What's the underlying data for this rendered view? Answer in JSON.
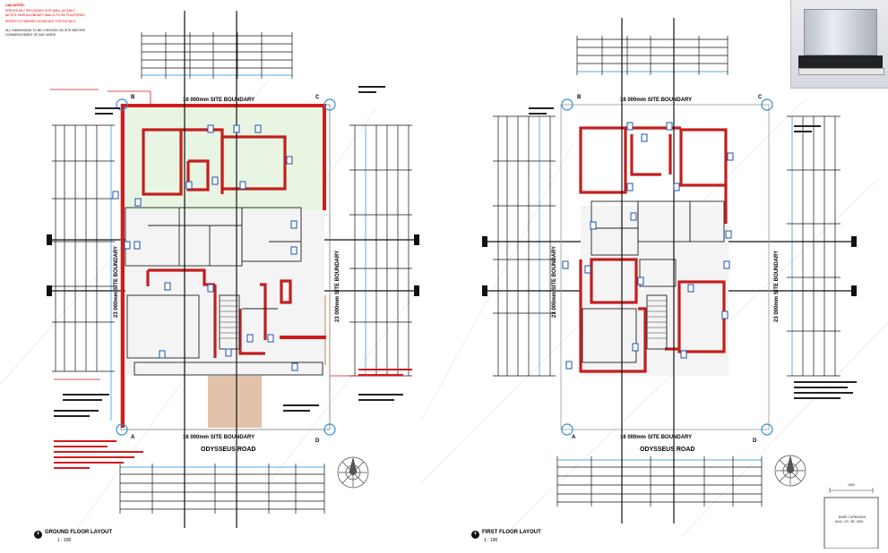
{
  "sheet": {
    "notes_top_left_red": [
      "CAD NOTES:",
      "PREVIOUSLY RECORDED SITE WALL AS BUILT",
      "NOTES: NEW BOUNDARY WALLS TO BE PLASTERED",
      "REFER TO FINISHES SCHEDULE FOR DETAILS"
    ],
    "notes_top_left_black": [
      "ALL DIMENSIONS TO BE CHECKED ON SITE BEFORE",
      "COMMENCEMENT OF ANY WORK"
    ],
    "ground": {
      "title": "GROUND FLOOR LAYOUT",
      "scale": "1 : 100",
      "boundary_top": "16 000mm SITE BOUNDARY",
      "boundary_bottom": "16 000mm SITE BOUNDARY",
      "boundary_left": "23 000mm SITE BOUNDARY",
      "boundary_right": "23 000mm SITE BOUNDARY",
      "road": "ODYSSEUS ROAD",
      "corners": [
        "B",
        "C",
        "A",
        "D"
      ]
    },
    "first": {
      "title": "FIRST FLOOR LAYOUT",
      "scale": "1 : 100",
      "boundary_top": "16 000mm SITE BOUNDARY",
      "boundary_bottom": "16 000mm SITE BOUNDARY",
      "boundary_left": "23 000mm SITE BOUNDARY",
      "boundary_right": "23 000mm SITE BOUNDARY",
      "road": "ODYSSEUS ROAD",
      "corners": [
        "B",
        "C",
        "A",
        "D"
      ]
    },
    "detail": {
      "dim": "1500",
      "label1": "BASE CUPBOARD",
      "label2": "ADA / CE / BC 1500"
    }
  }
}
